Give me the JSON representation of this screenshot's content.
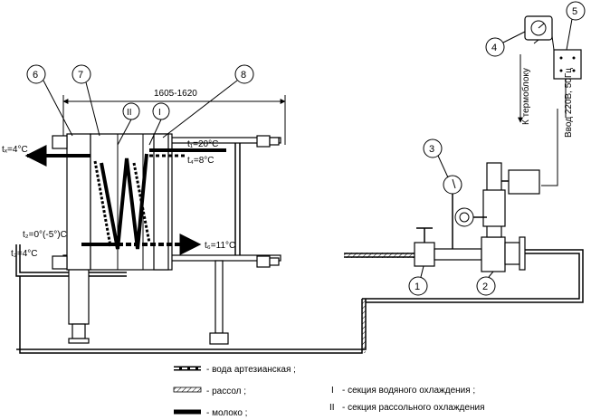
{
  "diagram": {
    "dimension": "1605-1620",
    "section_marks": {
      "water": "I",
      "brine": "II"
    },
    "callouts": [
      "1",
      "2",
      "3",
      "4",
      "5",
      "6",
      "7",
      "8"
    ],
    "temperatures": {
      "outlet_left": "tₓ=4°C",
      "milk_in": "t₁=20°C",
      "milk_mid": "t₄=8°C",
      "brine_in": "t₂=0°(-5°)C",
      "brine_out": "t₃=4°C",
      "water_out": "t₆=11°C"
    },
    "vertical_labels": {
      "to_thermoblock": "К термоблоку",
      "power_input": "Ввод 220В, 50Гц"
    }
  },
  "legend": {
    "water": "- вода артезианская ;",
    "brine": "- рассол ;",
    "milk": "- молоко ;",
    "section_water": "- секция водяного охлаждения ;",
    "section_brine": "- секция рассольного охлаждения"
  },
  "colors": {
    "line": "#000000",
    "background": "#ffffff"
  }
}
